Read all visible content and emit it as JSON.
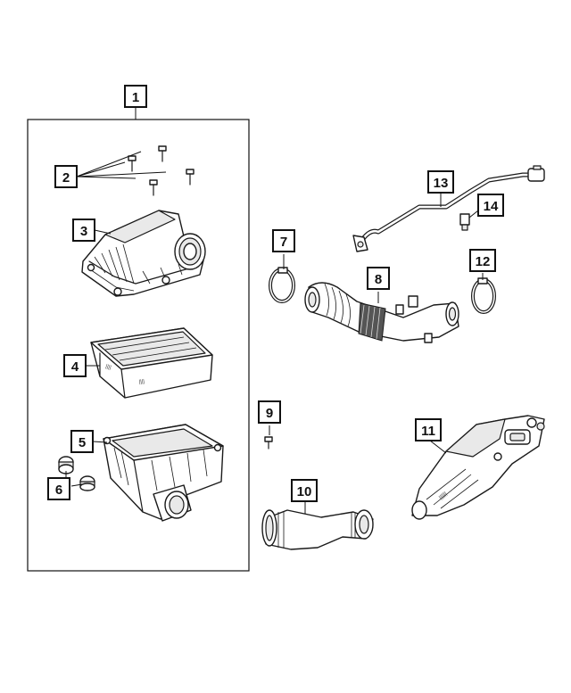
{
  "diagram": {
    "callouts": [
      {
        "id": "c1",
        "label": "1"
      },
      {
        "id": "c2",
        "label": "2"
      },
      {
        "id": "c3",
        "label": "3"
      },
      {
        "id": "c4",
        "label": "4"
      },
      {
        "id": "c5",
        "label": "5"
      },
      {
        "id": "c6",
        "label": "6"
      },
      {
        "id": "c7",
        "label": "7"
      },
      {
        "id": "c8",
        "label": "8"
      },
      {
        "id": "c9",
        "label": "9"
      },
      {
        "id": "c10",
        "label": "10"
      },
      {
        "id": "c11",
        "label": "11"
      },
      {
        "id": "c12",
        "label": "12"
      },
      {
        "id": "c13",
        "label": "13"
      },
      {
        "id": "c14",
        "label": "14"
      }
    ]
  }
}
